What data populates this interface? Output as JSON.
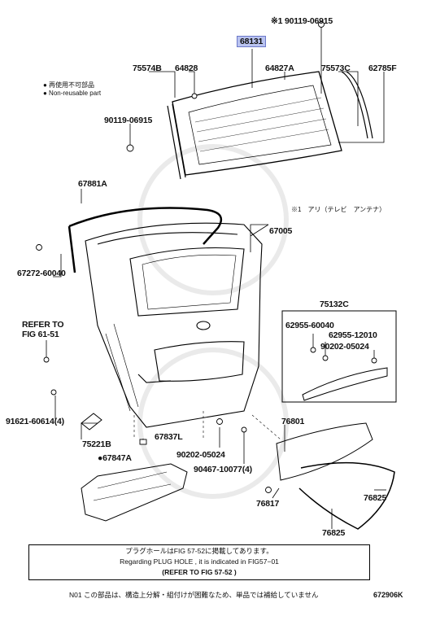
{
  "parts": {
    "glass_assy": "68131",
    "bolt_star": "※1 90119-06915",
    "molding_l": "75574B",
    "retainer_l": "64828",
    "retainer_r": "64827A",
    "molding_r": "75573C",
    "weatherstrip_side": "62785F",
    "bolt_left": "90119-06915",
    "weatherstrip_door": "67881A",
    "back_door": "67005",
    "cushion": "67272-60040",
    "spoiler_assy": "75132C",
    "spoiler_sub1": "62955-60040",
    "spoiler_sub2": "62955-12010",
    "spoiler_nut": "90202-05024",
    "clip": "91621-60614(4)",
    "hinge": "75221B",
    "bumper": "67837L",
    "trim": "●67847A",
    "garnish": "76801",
    "washer": "90202-05024",
    "screw": "90467-10077(4)",
    "grommet": "76817",
    "molding_low": "76825",
    "molding_low_b": "76825"
  },
  "legend": {
    "jp": "● 再使用不可部品",
    "en": "● Non-reusable part"
  },
  "note_star": "※1　アリ（テレビ　アンテナ）",
  "refer": {
    "line1": "REFER TO",
    "line2": "FIG 61-51"
  },
  "note_box": {
    "jp": "プラグホールはFIG 57-52に掲載してあります。",
    "en": "Regarding PLUG HOLE , it is indicated in FIG57−01",
    "ref": "(REFER TO FIG  57-52 )"
  },
  "footer": "N01 この部品は、構造上分解・組付けが困難なため、単品では補給していません",
  "code": "672906K"
}
